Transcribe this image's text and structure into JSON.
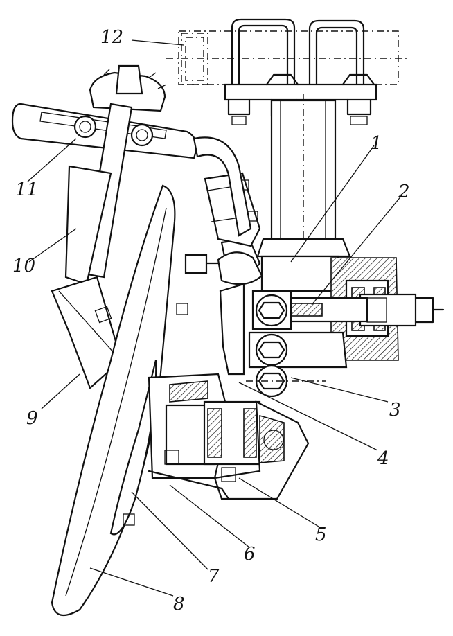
{
  "figure": {
    "callouts": [
      {
        "id": "1",
        "text": "1"
      },
      {
        "id": "2",
        "text": "2"
      },
      {
        "id": "3",
        "text": "3"
      },
      {
        "id": "4",
        "text": "4"
      },
      {
        "id": "5",
        "text": "5"
      },
      {
        "id": "6",
        "text": "6"
      },
      {
        "id": "7",
        "text": "7"
      },
      {
        "id": "8",
        "text": "8"
      },
      {
        "id": "9",
        "text": "9"
      },
      {
        "id": "10",
        "text": "10"
      },
      {
        "id": "11",
        "text": "11"
      },
      {
        "id": "12",
        "text": "12"
      }
    ]
  }
}
